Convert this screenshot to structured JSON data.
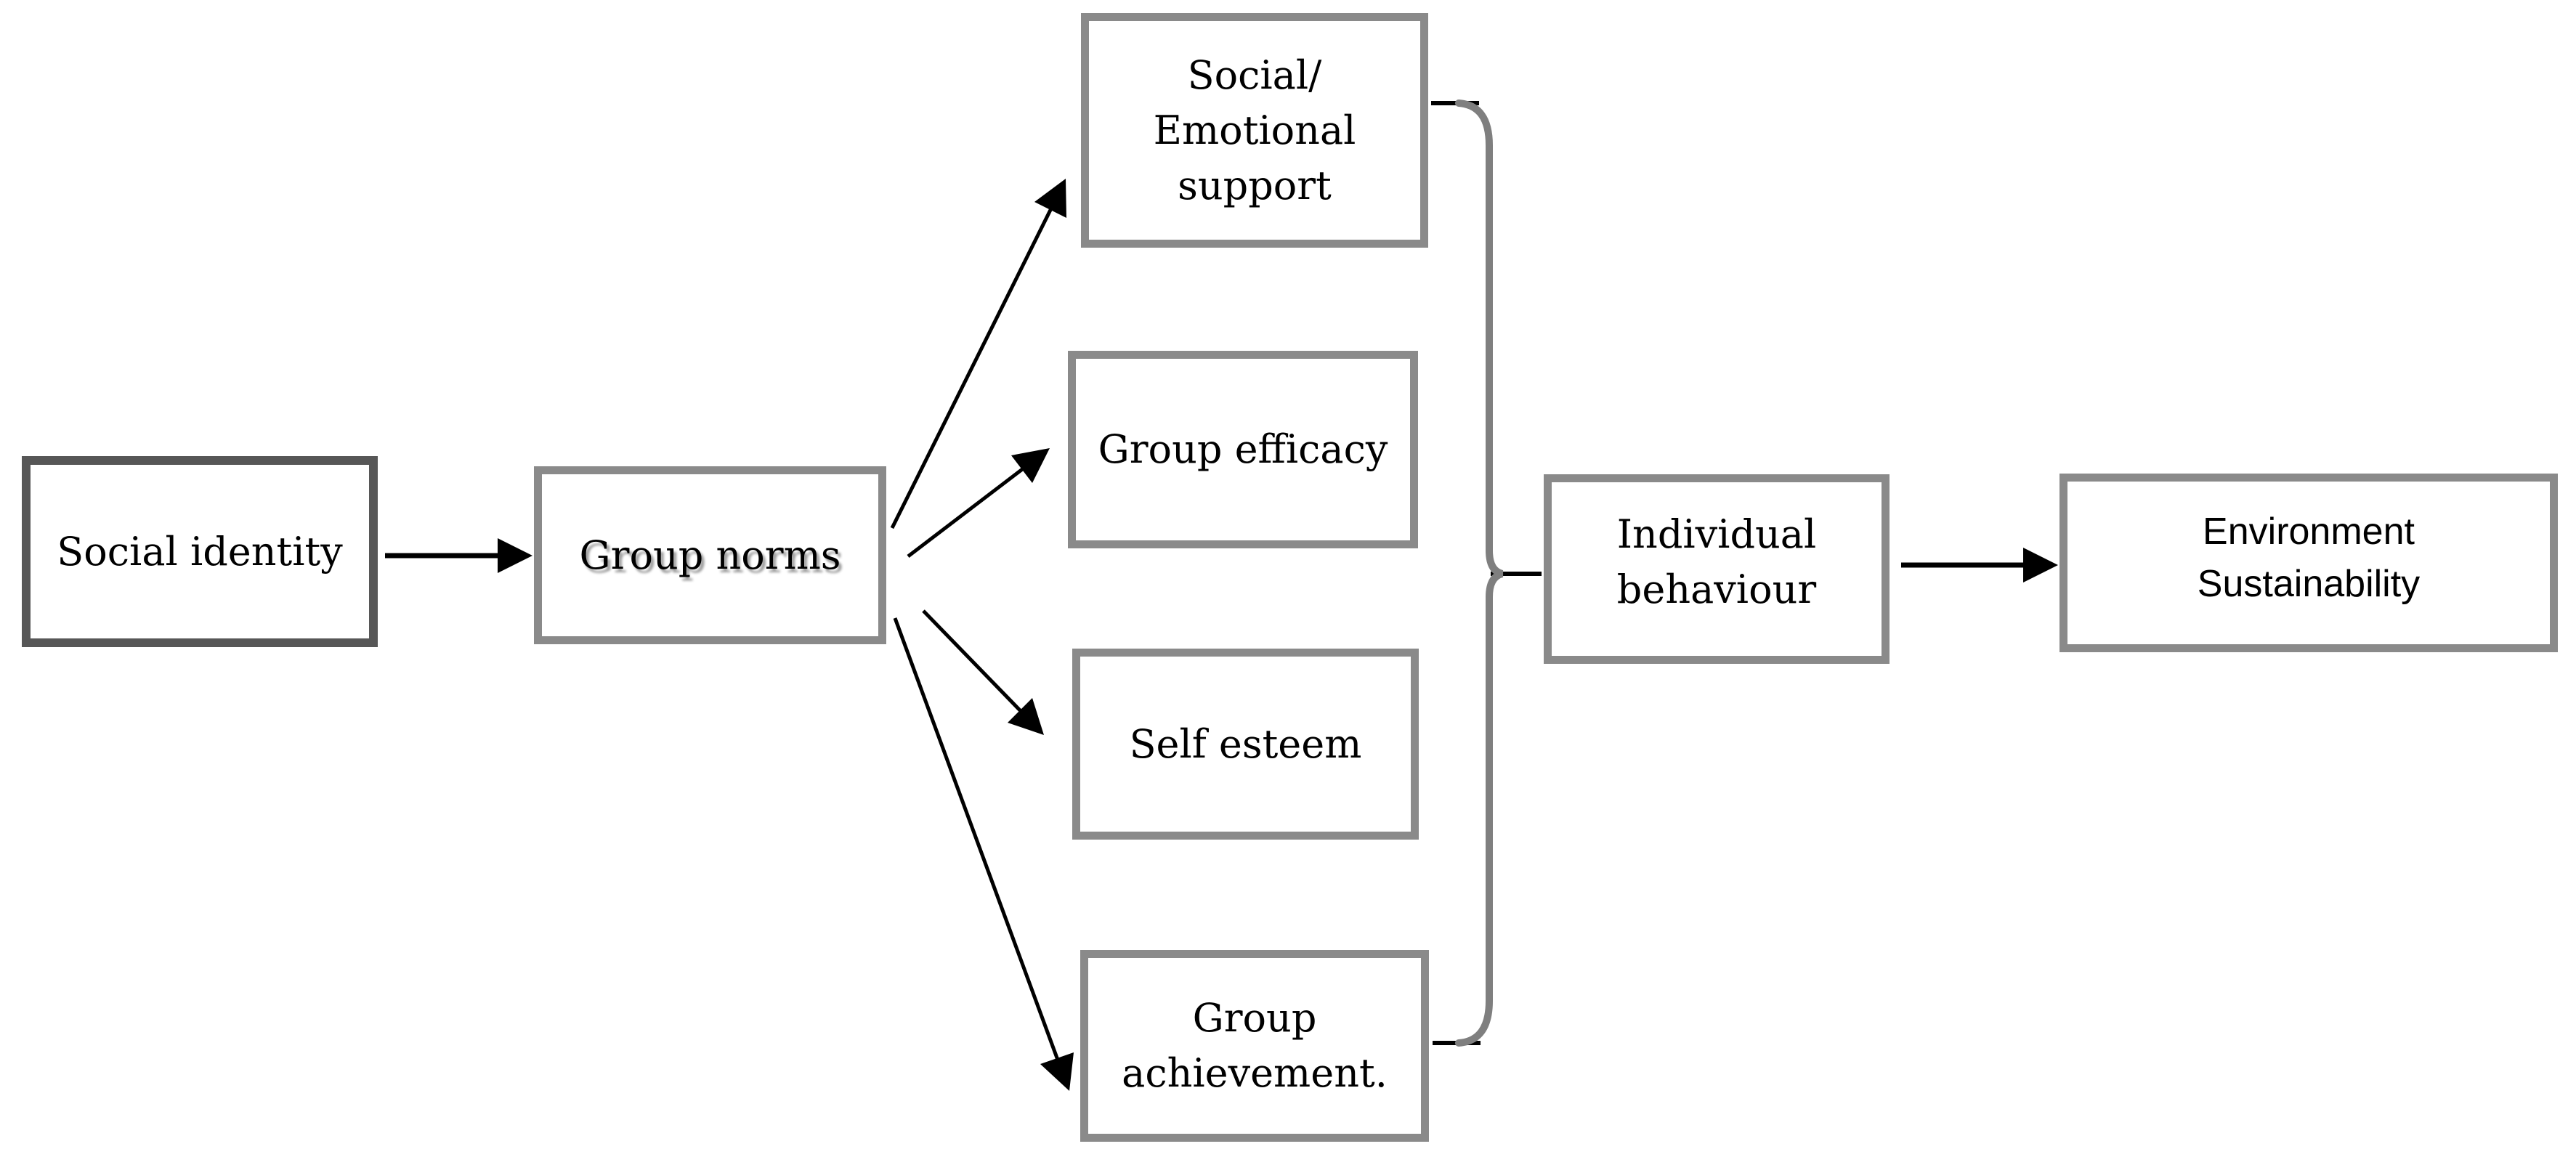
{
  "figure": {
    "type": "flow-diagram",
    "background": "#ffffff",
    "colors": {
      "box_border": "#8a8a8a",
      "box_border_dark": "#575757",
      "brace": "#7f7f7f",
      "arrow": "#000000",
      "text": "#000000"
    },
    "nodes": {
      "social_identity": {
        "label": "Social identity"
      },
      "group_norms": {
        "label": "Group norms"
      },
      "social_emotional_support": {
        "lines": [
          "Social/",
          "Emotional",
          "support"
        ]
      },
      "group_efficacy": {
        "label": "Group efficacy"
      },
      "self_esteem": {
        "label": "Self esteem"
      },
      "group_achievement": {
        "lines": [
          "Group",
          "achievement."
        ]
      },
      "individual_behaviour": {
        "lines": [
          "Individual",
          "behaviour"
        ]
      },
      "environment_sustainability": {
        "lines": [
          "Environment",
          "Sustainability"
        ]
      }
    },
    "edges": [
      {
        "from": "social_identity",
        "to": "group_norms",
        "style": "arrow"
      },
      {
        "from": "group_norms",
        "to": "social_emotional_support",
        "style": "arrow"
      },
      {
        "from": "group_norms",
        "to": "group_efficacy",
        "style": "arrow"
      },
      {
        "from": "group_norms",
        "to": "self_esteem",
        "style": "arrow"
      },
      {
        "from": "group_norms",
        "to": "group_achievement",
        "style": "arrow"
      },
      {
        "from": "social_emotional_support",
        "to": "individual_behaviour",
        "style": "brace"
      },
      {
        "from": "group_achievement",
        "to": "individual_behaviour",
        "style": "brace"
      },
      {
        "from": "individual_behaviour",
        "to": "environment_sustainability",
        "style": "arrow"
      }
    ]
  }
}
